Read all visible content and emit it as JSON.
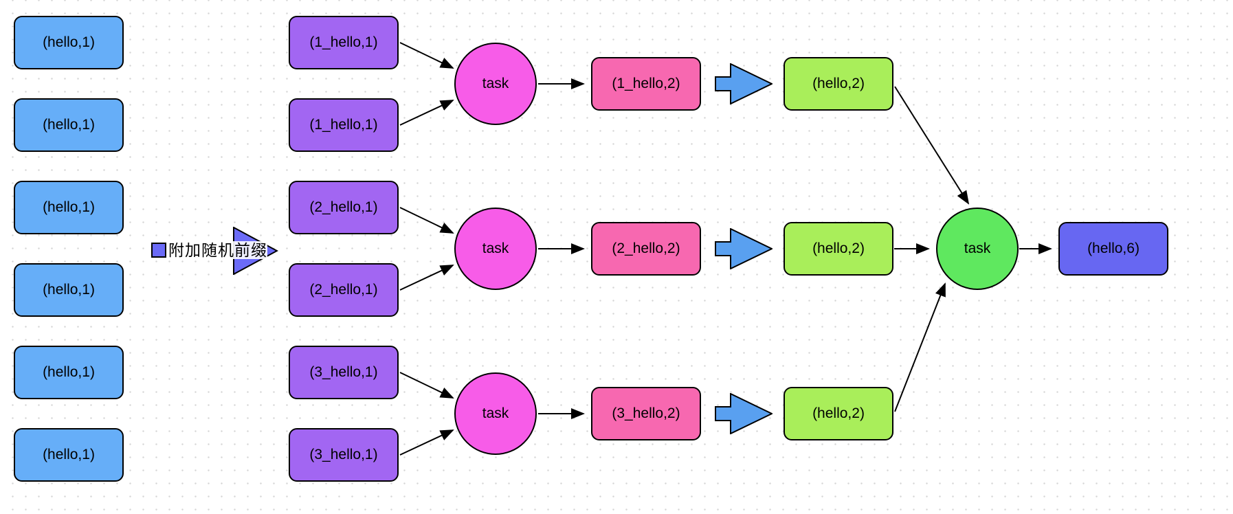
{
  "legend": {
    "label": "附加随机前缀"
  },
  "nodes": {
    "sources": [
      "(hello,1)",
      "(hello,1)",
      "(hello,1)",
      "(hello,1)",
      "(hello,1)",
      "(hello,1)"
    ],
    "prefixed": [
      "(1_hello,1)",
      "(1_hello,1)",
      "(2_hello,1)",
      "(2_hello,1)",
      "(3_hello,1)",
      "(3_hello,1)"
    ],
    "map_tasks": [
      "task",
      "task",
      "task"
    ],
    "partials": [
      "(1_hello,2)",
      "(2_hello,2)",
      "(3_hello,2)"
    ],
    "merged": [
      "(hello,2)",
      "(hello,2)",
      "(hello,2)"
    ],
    "reduce_task": "task",
    "final_result": "(hello,6)"
  },
  "colors": {
    "source_fill": "#66AEF8",
    "prefixed_fill": "#A266F2",
    "map_task_fill": "#F75CE8",
    "partial_fill": "#F768B0",
    "thick_arrow_fill": "#59A0F0",
    "merged_fill": "#A9EE5A",
    "reduce_task_fill": "#5FE85F",
    "final_fill": "#6767F2",
    "legend_fill": "#6B6BF7",
    "stroke": "#000000",
    "grid_dot": "#D6D6D6"
  }
}
